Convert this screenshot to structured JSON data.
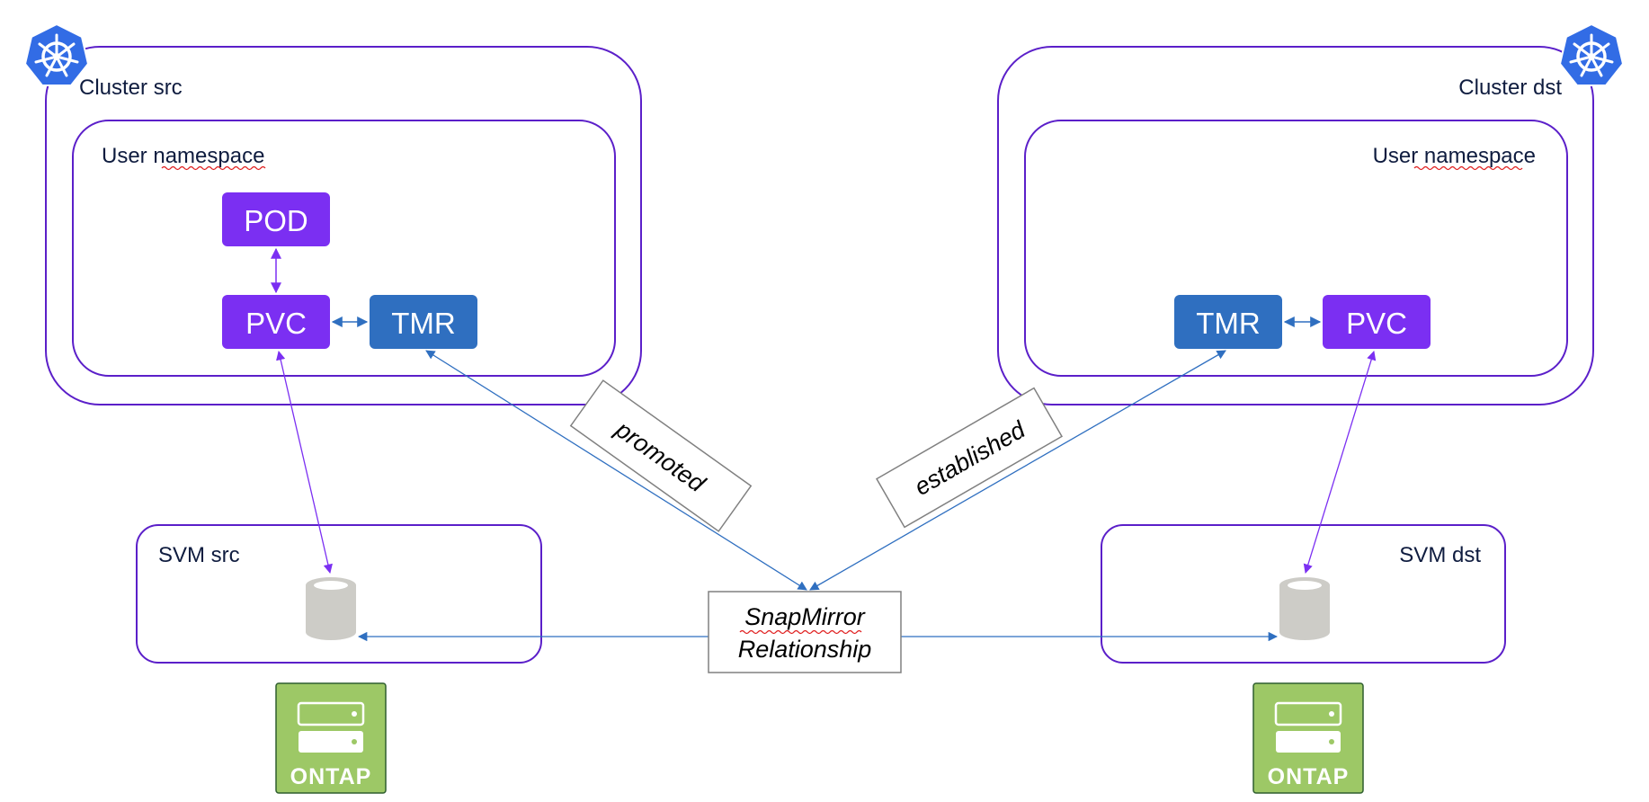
{
  "clusters": {
    "src": {
      "label": "Cluster src"
    },
    "dst": {
      "label": "Cluster dst"
    }
  },
  "namespaces": {
    "src_label": "User namespace",
    "dst_label": "User namespace"
  },
  "resources": {
    "pod": "POD",
    "pvc_src": "PVC",
    "tmr_src": "TMR",
    "tmr_dst": "TMR",
    "pvc_dst": "PVC"
  },
  "svms": {
    "src": "SVM src",
    "dst": "SVM dst"
  },
  "relationship": {
    "line1": "SnapMirror",
    "line2": "Relationship"
  },
  "states": {
    "promoted": "promoted",
    "established": "established"
  },
  "storage": {
    "src_label": "ONTAP",
    "dst_label": "ONTAP"
  },
  "colors": {
    "purple_box": "#7b2ff2",
    "blue_box": "#2f6fc0",
    "outline": "#5b1fc9",
    "label_text": "#0f1c3f",
    "ontap_green": "#9dc866",
    "k8s_blue": "#326ce5",
    "cylinder": "#cdccc7"
  }
}
